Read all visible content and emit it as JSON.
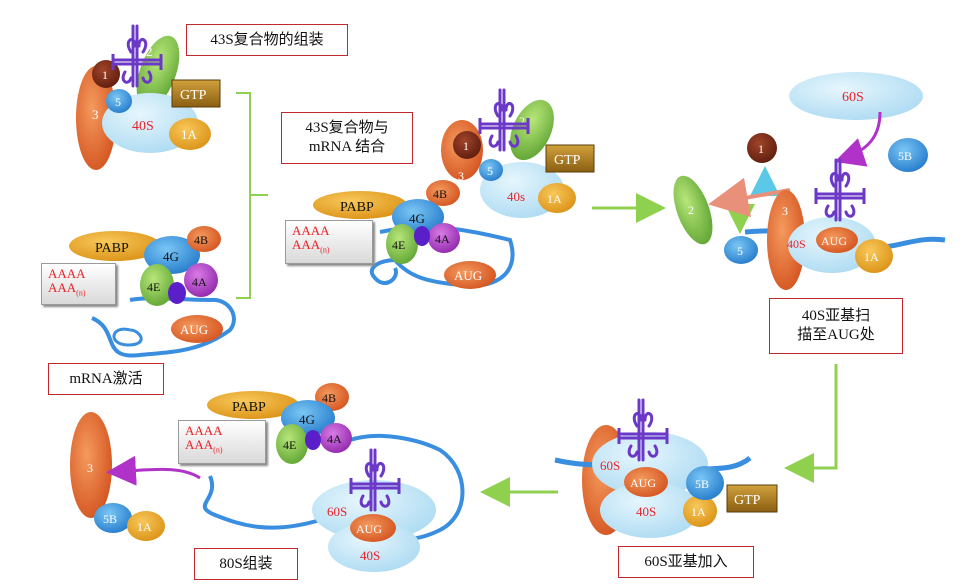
{
  "labels": {
    "step_43s_assembly": "43S复合物的组装",
    "step_43s_mrna_1": "43S复合物与",
    "step_43s_mrna_2": "mRNA 结合",
    "step_scan_1": "40S亚基扫",
    "step_scan_2": "描至AUG处",
    "step_60s_join": "60S亚基加入",
    "step_80s_assembly": "80S组装",
    "step_mrna_activation": "mRNA激活"
  },
  "factors": {
    "f1": "1",
    "f2": "2",
    "f3": "3",
    "f5": "5",
    "f1a": "1A",
    "f5b": "5B",
    "f4b": "4B",
    "f4g": "4G",
    "f4e": "4E",
    "f4a": "4A",
    "gtp": "GTP",
    "pabp": "PABP",
    "aug": "AUG",
    "s40_upper": "40S",
    "s40_lower": "40s",
    "s60": "60S"
  },
  "polya": {
    "line1": "AAAA",
    "line2_base": "AAA",
    "line2_sub": "(n)"
  },
  "colors": {
    "red_text": "#e8232a",
    "box_border": "#c0282d",
    "arrow_green": "#8fd14f",
    "mrna_blue": "#3a8ee0",
    "trna_purple": "#6b38c7",
    "ribosome_blue": "#bfe4f7",
    "pabp_gold": "#e9a325",
    "factor3_orange": "#e0642a",
    "factor2_green": "#7cc04a",
    "factor4a_purple": "#b03ac8",
    "factor4e_green": "#6ccf3a",
    "factor4g_blue": "#2f97d9",
    "gtp_brown": "#a6781a"
  }
}
